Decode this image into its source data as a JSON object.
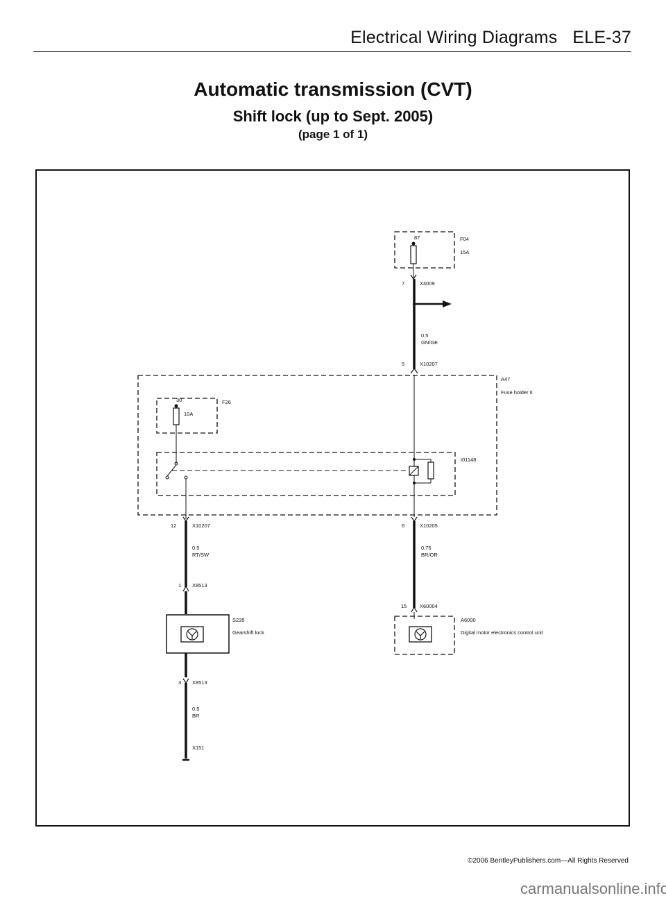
{
  "header": {
    "section": "Electrical Wiring Diagrams",
    "page": "ELE-37"
  },
  "titles": {
    "main": "Automatic transmission (CVT)",
    "sub": "Shift lock (up to Sept. 2005)",
    "page_note": "(page 1 of 1)"
  },
  "diagram": {
    "f04": {
      "pin": "87",
      "id": "F04",
      "rating": "15A"
    },
    "x4009": {
      "pin": "7",
      "id": "X4009"
    },
    "wire_top": {
      "size": "0.5",
      "color": "GN/GE"
    },
    "x10207_top": {
      "pin": "5",
      "id": "X10207"
    },
    "a47": {
      "id": "A47",
      "desc": "Fuse holder II"
    },
    "f26": {
      "pin": "30",
      "id": "F26",
      "rating": "10A"
    },
    "relay": {
      "id": "I01148"
    },
    "x10207_left": {
      "pin": "12",
      "id": "X10207"
    },
    "x10205": {
      "pin": "6",
      "id": "X10205"
    },
    "wire_left": {
      "size": "0.5",
      "color": "RT/SW"
    },
    "wire_right": {
      "size": "0.75",
      "color": "BR/OR"
    },
    "x8513_a": {
      "pin": "1",
      "id": "X8513"
    },
    "x60004": {
      "pin": "15",
      "id": "X60004"
    },
    "s235": {
      "id": "S235",
      "desc": "Gearshift lock"
    },
    "a6000": {
      "id": "A6000",
      "desc": "Digital motor electronics  control unit"
    },
    "x8513_b": {
      "pin": "3",
      "id": "X8513"
    },
    "wire_bottom": {
      "size": "0.5",
      "color": "BR"
    },
    "x151": {
      "id": "X151"
    }
  },
  "footer": {
    "copyright": "©2006 BentleyPublishers.com—All Rights Reserved",
    "watermark": "carmanualsonline.info"
  }
}
